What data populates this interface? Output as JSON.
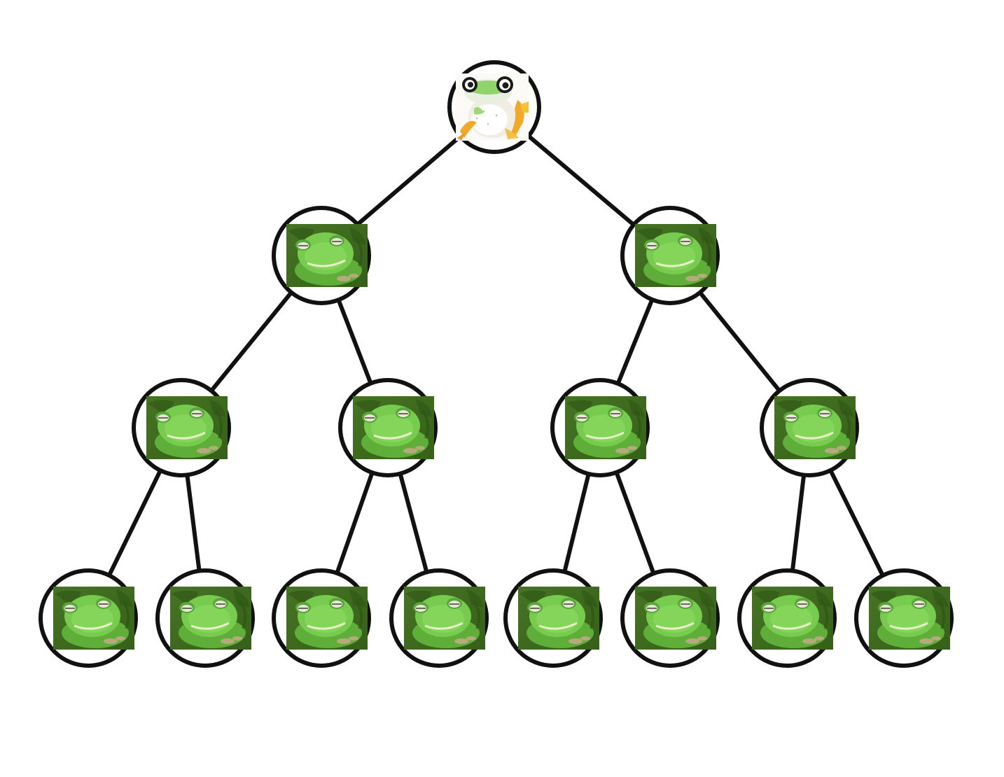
{
  "diagram": {
    "type": "binary-tree",
    "levels": 4,
    "colors": {
      "background": "#ffffff",
      "edge": "#111111",
      "node-ring": "#111111",
      "leaf-frog-skin": "#6fc44a",
      "leaf-background": "#3e6b1f",
      "root-frog-skin": "#f4f1ea",
      "root-frog-accent": "#f0a92a"
    },
    "nodes": [
      {
        "id": "n0",
        "level": 0,
        "icon": "white-tree-frog-photo"
      },
      {
        "id": "n1",
        "level": 1,
        "parent": "n0",
        "icon": "green-frog-photo"
      },
      {
        "id": "n2",
        "level": 1,
        "parent": "n0",
        "icon": "green-frog-photo"
      },
      {
        "id": "n3",
        "level": 2,
        "parent": "n1",
        "icon": "green-frog-photo"
      },
      {
        "id": "n4",
        "level": 2,
        "parent": "n1",
        "icon": "green-frog-photo"
      },
      {
        "id": "n5",
        "level": 2,
        "parent": "n2",
        "icon": "green-frog-photo"
      },
      {
        "id": "n6",
        "level": 2,
        "parent": "n2",
        "icon": "green-frog-photo"
      },
      {
        "id": "n7",
        "level": 3,
        "parent": "n3",
        "icon": "green-frog-photo"
      },
      {
        "id": "n8",
        "level": 3,
        "parent": "n3",
        "icon": "green-frog-photo"
      },
      {
        "id": "n9",
        "level": 3,
        "parent": "n4",
        "icon": "green-frog-photo"
      },
      {
        "id": "n10",
        "level": 3,
        "parent": "n4",
        "icon": "green-frog-photo"
      },
      {
        "id": "n11",
        "level": 3,
        "parent": "n5",
        "icon": "green-frog-photo"
      },
      {
        "id": "n12",
        "level": 3,
        "parent": "n5",
        "icon": "green-frog-photo"
      },
      {
        "id": "n13",
        "level": 3,
        "parent": "n6",
        "icon": "green-frog-photo"
      },
      {
        "id": "n14",
        "level": 3,
        "parent": "n6",
        "icon": "green-frog-photo"
      }
    ]
  }
}
